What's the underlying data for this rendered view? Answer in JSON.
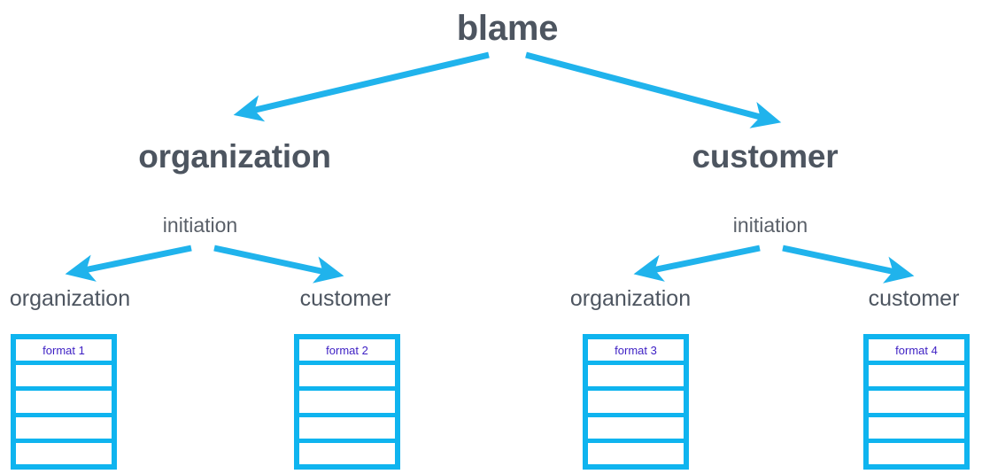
{
  "diagram": {
    "title": "blame",
    "accent_color": "#0fb4ef",
    "label_color": "#4d5560",
    "format_label_color": "#3d1fc4",
    "background_color": "#ffffff",
    "root": {
      "label": "blame"
    },
    "branches": [
      {
        "label": "organization",
        "mid": {
          "label": "initiation"
        },
        "leaves": [
          {
            "label": "organization",
            "table": {
              "title": "format 1",
              "rows": [
                "format 1",
                "",
                "",
                "",
                ""
              ]
            }
          },
          {
            "label": "customer",
            "table": {
              "title": "format 2",
              "rows": [
                "format 2",
                "",
                "",
                "",
                ""
              ]
            }
          }
        ]
      },
      {
        "label": "customer",
        "mid": {
          "label": "initiation"
        },
        "leaves": [
          {
            "label": "organization",
            "table": {
              "title": "format 3",
              "rows": [
                "format 3",
                "",
                "",
                "",
                ""
              ]
            }
          },
          {
            "label": "customer",
            "table": {
              "title": "format 4",
              "rows": [
                "format 4",
                "",
                "",
                "",
                ""
              ]
            }
          }
        ]
      }
    ]
  }
}
